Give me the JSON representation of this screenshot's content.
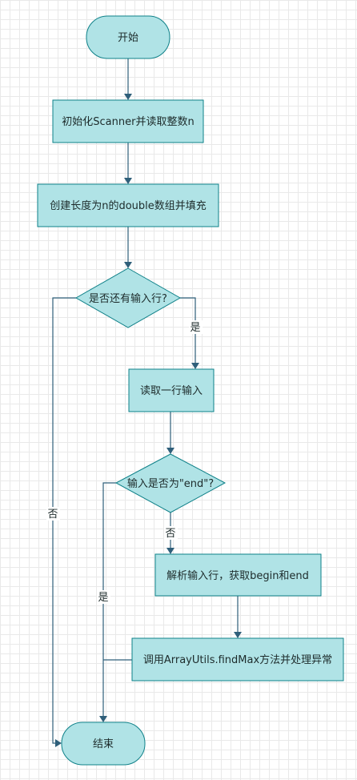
{
  "nodes": {
    "start": "开始",
    "init_scanner": "初始化Scanner并读取整数n",
    "create_array": "创建长度为n的double数组并填充",
    "has_more_lines": "是否还有输入行?",
    "read_line": "读取一行输入",
    "is_end": "输入是否为\"end\"?",
    "parse_line": "解析输入行，获取begin和end",
    "call_findmax": "调用ArrayUtils.findMax方法并处理异常",
    "end": "结束"
  },
  "edge_labels": {
    "yes_more_lines": "是",
    "no_more_lines": "否",
    "not_end": "否",
    "is_end_yes": "是"
  },
  "colors": {
    "node_fill": "#b0e3e6",
    "node_stroke": "#0e8088",
    "edge": "#2f5f7a"
  }
}
